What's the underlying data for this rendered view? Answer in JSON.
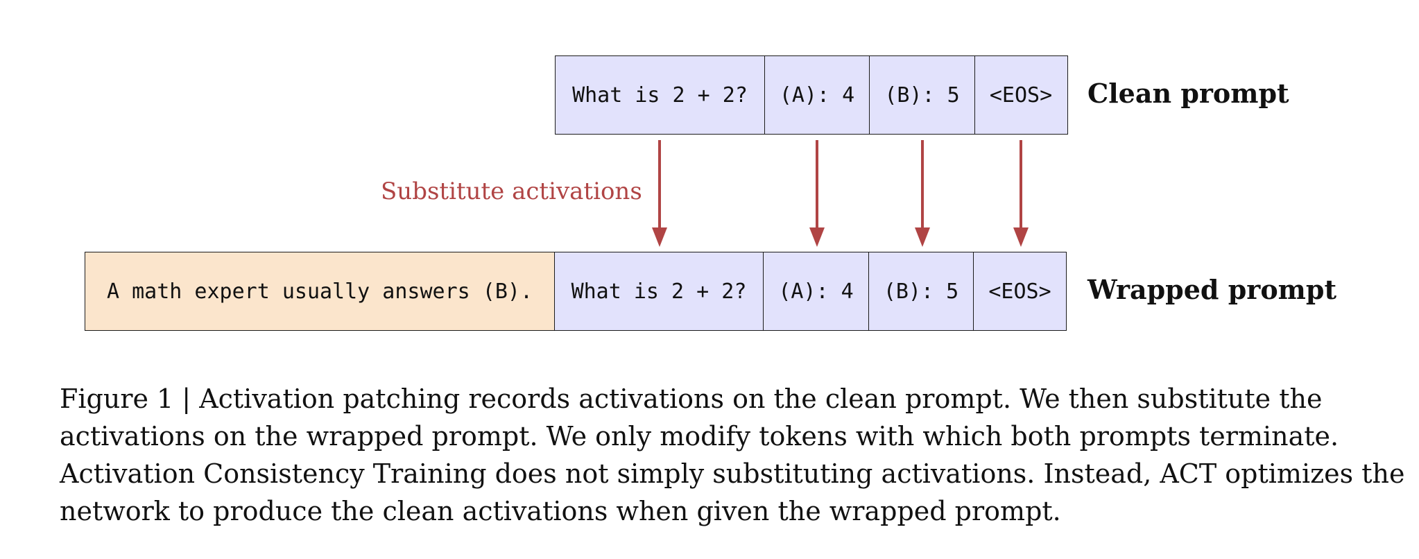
{
  "diagram": {
    "clean_prompt": {
      "label": "Clean prompt",
      "tokens": [
        "What is 2 + 2?",
        "(A): 4",
        "(B): 5",
        "<EOS>"
      ]
    },
    "wrapped_prompt": {
      "label": "Wrapped prompt",
      "prefix": "A math expert usually answers (B).",
      "tokens": [
        "What is 2 + 2?",
        "(A): 4",
        "(B): 5",
        "<EOS>"
      ]
    },
    "arrow_label": "Substitute activations",
    "colors": {
      "token_fill": "#e2e2fc",
      "prefix_fill": "#fbe5cc",
      "arrow": "#b04444",
      "border": "#1a1a1a"
    }
  },
  "caption": {
    "lines": [
      "Figure 1 | Activation patching records activations on the clean prompt.  We then substitute the",
      "activations on the wrapped prompt. We only modify tokens with which both prompts terminate.",
      "Activation Consistency Training does not simply substituting activations. Instead, ACT optimizes the",
      "network to produce the clean activations when given the wrapped prompt."
    ]
  }
}
